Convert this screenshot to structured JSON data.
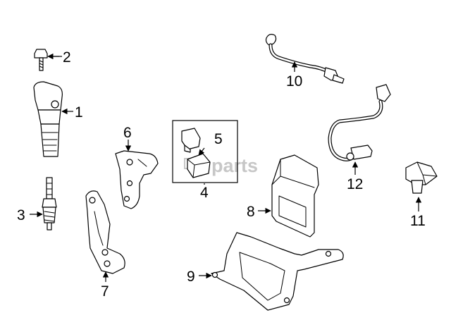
{
  "callouts": {
    "c1": "1",
    "c2": "2",
    "c3": "3",
    "c4": "4",
    "c5": "5",
    "c6": "6",
    "c7": "7",
    "c8": "8",
    "c9": "9",
    "c10": "10",
    "c11": "11",
    "c12": "12"
  },
  "watermark": "parts"
}
